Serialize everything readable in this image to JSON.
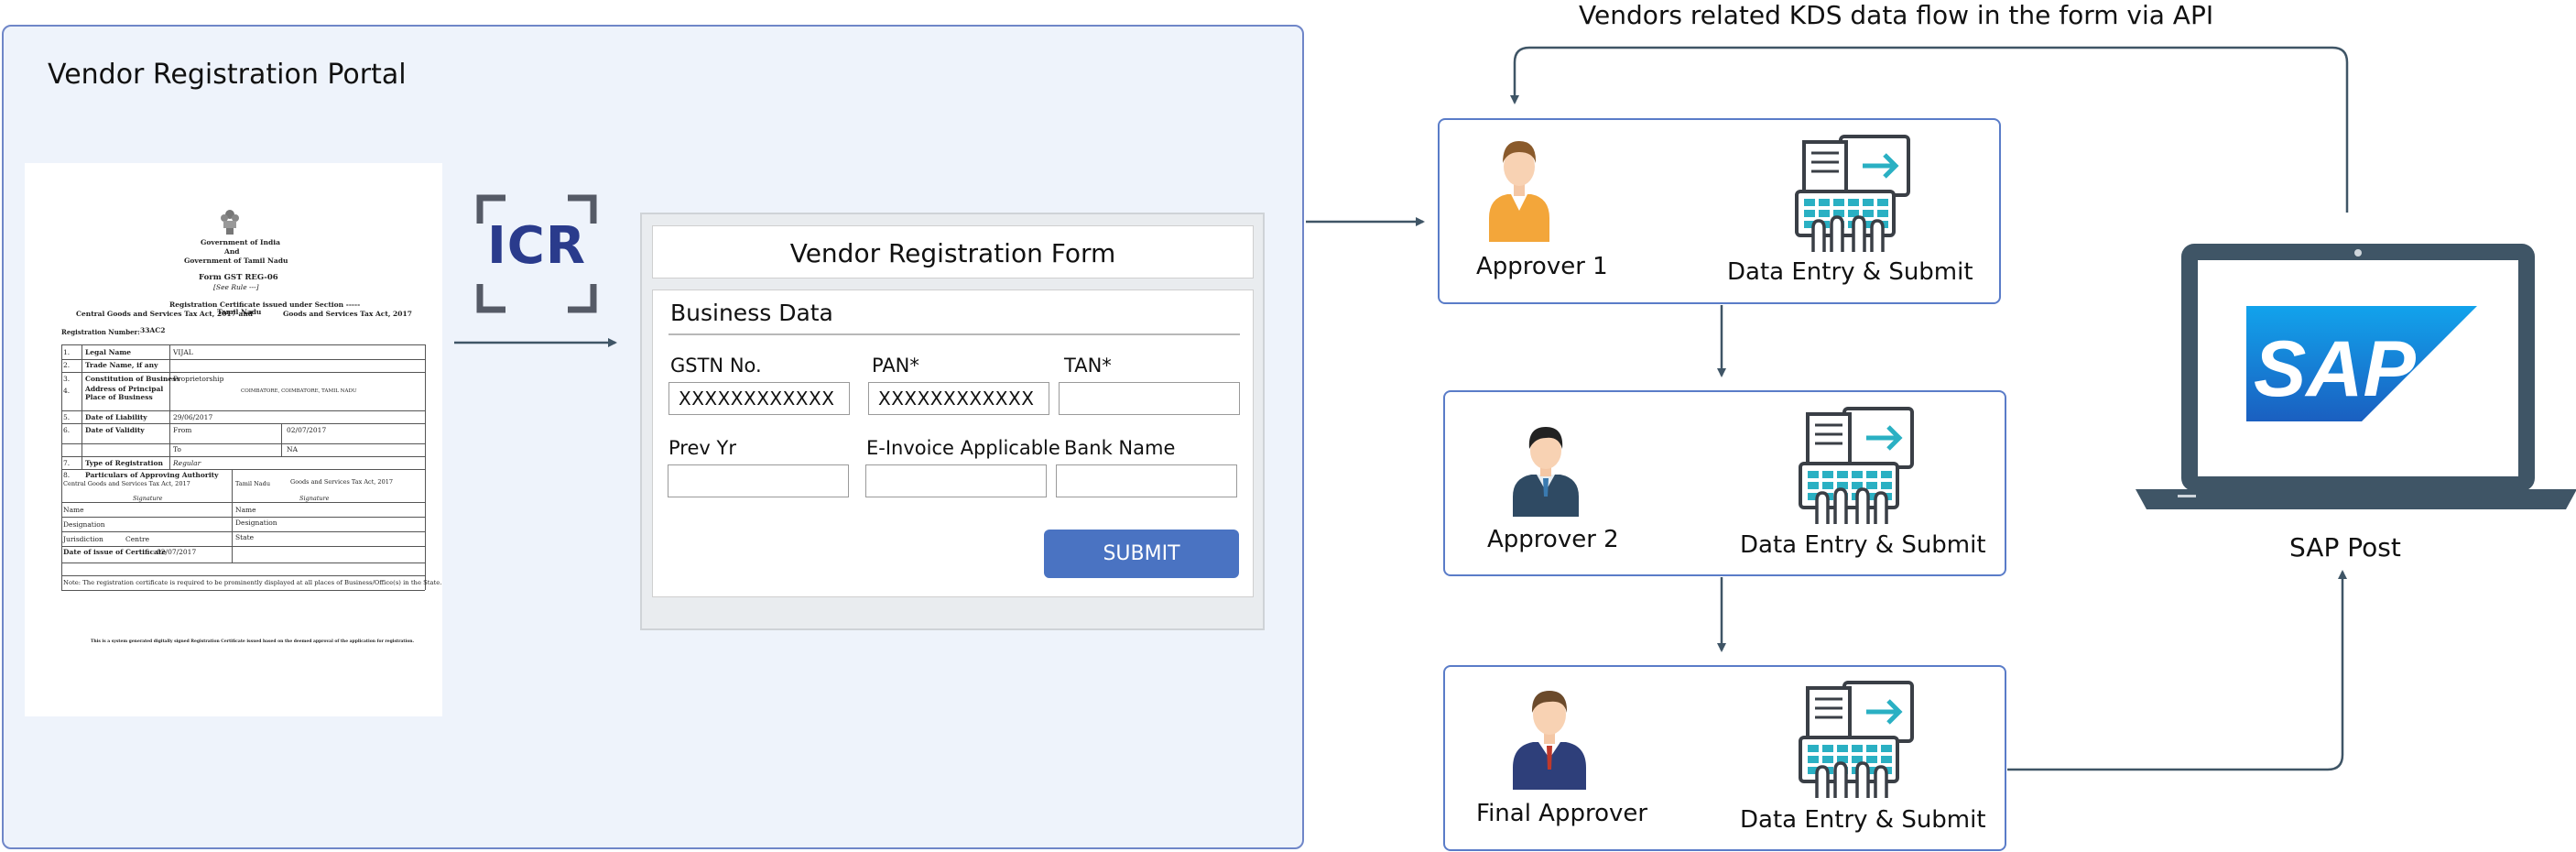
{
  "portal": {
    "title": "Vendor Registration Portal"
  },
  "certificate": {
    "gov_line1": "Government of India",
    "gov_line2": "And",
    "gov_line3": "Government of   Tamil Nadu",
    "form_code": "Form GST REG-06",
    "rule": "[See Rule ---]",
    "heading": "Registration Certificate issued under Section -----",
    "acts_left": "Central Goods and Services Tax Act, 2017 and",
    "acts_mid": "Tamil Nadu",
    "acts_right": "Goods and Services Tax Act, 2017",
    "reg_number_label": "Registration Number:",
    "reg_number_value": "33AC2",
    "rows": [
      {
        "no": "1.",
        "label": "Legal Name",
        "value": "VIJAL"
      },
      {
        "no": "2.",
        "label": "Trade Name, if any",
        "value": ""
      },
      {
        "no": "3.",
        "label": "Constitution of Business",
        "value": "Proprietorship"
      },
      {
        "no": "4.",
        "label": "Address of Principal Place of Business",
        "value": "COIMBATORE, COIMBATORE, TAMIL NADU"
      },
      {
        "no": "5.",
        "label": "Date of Liability",
        "value": "29/06/2017"
      },
      {
        "no": "6.",
        "label": "Date of Validity",
        "value": "From"
      },
      {
        "no": "7.",
        "label": "Type of Registration",
        "value": "Regular"
      },
      {
        "no": "8.",
        "label": "Particulars of Approving Authority",
        "value": ""
      }
    ],
    "validity_from": "02/07/2017",
    "validity_to_label": "To",
    "validity_to": "NA",
    "authority_left": "Central Goods and Services Tax Act, 2017",
    "authority_mid": "Tamil Nadu",
    "authority_right": "Goods and Services Tax Act, 2017",
    "signature": "Signature",
    "name": "Name",
    "designation": "Designation",
    "jurisdiction": "Jurisdiction",
    "centre": "Centre",
    "state": "State",
    "date_issue_label": "Date of issue of Certificate",
    "date_issue_value": "02/07/2017",
    "note": "Note: The registration certificate is required to be prominently displayed at all places of Business/Office(s) in the State.",
    "footer": "This is a system generated digitally signed Registration Certificate issued based on the deemed approval of the application for registration."
  },
  "icr": {
    "label": "ICR"
  },
  "form": {
    "title": "Vendor Registration Form",
    "section": "Business Data",
    "fields": [
      {
        "label": "GSTN No.",
        "value": "XXXXXXXXXXXX"
      },
      {
        "label": "PAN*",
        "value": "XXXXXXXXXXXX"
      },
      {
        "label": "TAN*",
        "value": ""
      },
      {
        "label": "Prev Yr",
        "value": ""
      },
      {
        "label": "E-Invoice Applicable",
        "value": ""
      },
      {
        "label": "Bank Name",
        "value": ""
      }
    ],
    "submit_label": "SUBMIT"
  },
  "flow": {
    "caption": "Vendors related KDS data flow in the form via API",
    "approvers": [
      {
        "label": "Approver 1",
        "action": "Data Entry & Submit"
      },
      {
        "label": "Approver 2",
        "action": "Data Entry & Submit"
      },
      {
        "label": "Final Approver",
        "action": "Data Entry & Submit"
      }
    ]
  },
  "sap": {
    "logo": "SAP",
    "label": "SAP Post"
  },
  "colors": {
    "portal_bg": "#eef3fb",
    "portal_border": "#6f86c8",
    "arrow": "#3f5566",
    "icr_text": "#2a3b8c",
    "submit": "#4a73c2",
    "teal": "#2ab0c3",
    "sap_blue": "#1d7fd8"
  },
  "icons": [
    "emblem-icon",
    "icr-scan-icon",
    "person-icon",
    "data-entry-keyboard-icon",
    "laptop-icon"
  ]
}
